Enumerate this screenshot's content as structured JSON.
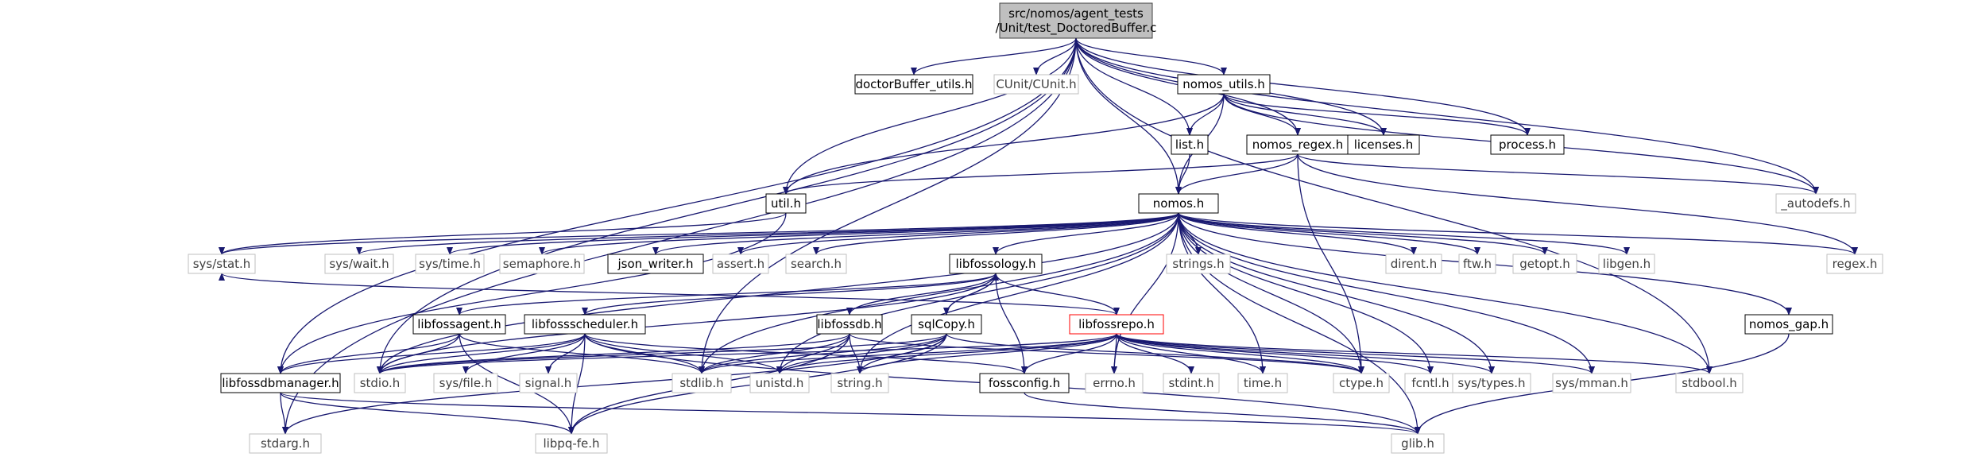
{
  "diagram": {
    "colors": {
      "edge": "#191970",
      "arrow": "#191970",
      "root_fill": "#bfbfbf",
      "root_border": "#404040",
      "documented_border": "#000000",
      "undocumented_border": "#bfbfbf",
      "undocumented_text": "#404040",
      "missing_border": "#ff0000",
      "text": "#000000"
    },
    "nodes": [
      {
        "id": "root",
        "label": [
          "src/nomos/agent_tests",
          "/Unit/test_DoctoredBuffer.c"
        ],
        "style": "root"
      },
      {
        "id": "doctorBuffer_utils",
        "label": [
          "doctorBuffer_utils.h"
        ],
        "style": "doc"
      },
      {
        "id": "CUnit",
        "label": [
          "CUnit/CUnit.h"
        ],
        "style": "undoc"
      },
      {
        "id": "nomos_utils",
        "label": [
          "nomos_utils.h"
        ],
        "style": "doc"
      },
      {
        "id": "list",
        "label": [
          "list.h"
        ],
        "style": "doc"
      },
      {
        "id": "nomos_regex",
        "label": [
          "nomos_regex.h"
        ],
        "style": "doc"
      },
      {
        "id": "licenses",
        "label": [
          "licenses.h"
        ],
        "style": "doc"
      },
      {
        "id": "process",
        "label": [
          "process.h"
        ],
        "style": "doc"
      },
      {
        "id": "autodefs",
        "label": [
          "_autodefs.h"
        ],
        "style": "undoc"
      },
      {
        "id": "util",
        "label": [
          "util.h"
        ],
        "style": "doc"
      },
      {
        "id": "nomos",
        "label": [
          "nomos.h"
        ],
        "style": "doc"
      },
      {
        "id": "sys_stat",
        "label": [
          "sys/stat.h"
        ],
        "style": "undoc"
      },
      {
        "id": "sys_wait",
        "label": [
          "sys/wait.h"
        ],
        "style": "undoc"
      },
      {
        "id": "sys_time",
        "label": [
          "sys/time.h"
        ],
        "style": "undoc"
      },
      {
        "id": "semaphore",
        "label": [
          "semaphore.h"
        ],
        "style": "undoc"
      },
      {
        "id": "json_writer",
        "label": [
          "json_writer.h"
        ],
        "style": "doc"
      },
      {
        "id": "assert",
        "label": [
          "assert.h"
        ],
        "style": "undoc"
      },
      {
        "id": "search",
        "label": [
          "search.h"
        ],
        "style": "undoc"
      },
      {
        "id": "libfossology",
        "label": [
          "libfossology.h"
        ],
        "style": "doc"
      },
      {
        "id": "strings",
        "label": [
          "strings.h"
        ],
        "style": "undoc"
      },
      {
        "id": "dirent",
        "label": [
          "dirent.h"
        ],
        "style": "undoc"
      },
      {
        "id": "ftw",
        "label": [
          "ftw.h"
        ],
        "style": "undoc"
      },
      {
        "id": "getopt",
        "label": [
          "getopt.h"
        ],
        "style": "undoc"
      },
      {
        "id": "libgen",
        "label": [
          "libgen.h"
        ],
        "style": "undoc"
      },
      {
        "id": "regex",
        "label": [
          "regex.h"
        ],
        "style": "undoc"
      },
      {
        "id": "libfossagent",
        "label": [
          "libfossagent.h"
        ],
        "style": "doc"
      },
      {
        "id": "libfossscheduler",
        "label": [
          "libfossscheduler.h"
        ],
        "style": "doc"
      },
      {
        "id": "libfossdb",
        "label": [
          "libfossdb.h"
        ],
        "style": "doc"
      },
      {
        "id": "sqlCopy",
        "label": [
          "sqlCopy.h"
        ],
        "style": "doc"
      },
      {
        "id": "libfossrepo",
        "label": [
          "libfossrepo.h"
        ],
        "style": "missing"
      },
      {
        "id": "nomos_gap",
        "label": [
          "nomos_gap.h"
        ],
        "style": "doc"
      },
      {
        "id": "libfossdbmanager",
        "label": [
          "libfossdbmanager.h"
        ],
        "style": "doc"
      },
      {
        "id": "stdio",
        "label": [
          "stdio.h"
        ],
        "style": "undoc"
      },
      {
        "id": "sys_file",
        "label": [
          "sys/file.h"
        ],
        "style": "undoc"
      },
      {
        "id": "signal",
        "label": [
          "signal.h"
        ],
        "style": "undoc"
      },
      {
        "id": "stdlib",
        "label": [
          "stdlib.h"
        ],
        "style": "undoc"
      },
      {
        "id": "unistd",
        "label": [
          "unistd.h"
        ],
        "style": "undoc"
      },
      {
        "id": "string",
        "label": [
          "string.h"
        ],
        "style": "undoc"
      },
      {
        "id": "fossconfig",
        "label": [
          "fossconfig.h"
        ],
        "style": "doc"
      },
      {
        "id": "errno",
        "label": [
          "errno.h"
        ],
        "style": "undoc"
      },
      {
        "id": "stdint",
        "label": [
          "stdint.h"
        ],
        "style": "undoc"
      },
      {
        "id": "time",
        "label": [
          "time.h"
        ],
        "style": "undoc"
      },
      {
        "id": "ctype",
        "label": [
          "ctype.h"
        ],
        "style": "undoc"
      },
      {
        "id": "fcntl",
        "label": [
          "fcntl.h"
        ],
        "style": "undoc"
      },
      {
        "id": "sys_types",
        "label": [
          "sys/types.h"
        ],
        "style": "undoc"
      },
      {
        "id": "sys_mman",
        "label": [
          "sys/mman.h"
        ],
        "style": "undoc"
      },
      {
        "id": "stdbool",
        "label": [
          "stdbool.h"
        ],
        "style": "undoc"
      },
      {
        "id": "stdarg",
        "label": [
          "stdarg.h"
        ],
        "style": "undoc"
      },
      {
        "id": "libpq_fe",
        "label": [
          "libpq-fe.h"
        ],
        "style": "undoc"
      },
      {
        "id": "glib",
        "label": [
          "glib.h"
        ],
        "style": "undoc"
      }
    ],
    "edges": [
      [
        "root",
        "doctorBuffer_utils"
      ],
      [
        "root",
        "CUnit"
      ],
      [
        "root",
        "nomos_utils"
      ],
      [
        "root",
        "list"
      ],
      [
        "root",
        "nomos_regex"
      ],
      [
        "root",
        "licenses"
      ],
      [
        "root",
        "process"
      ],
      [
        "root",
        "autodefs"
      ],
      [
        "root",
        "util"
      ],
      [
        "root",
        "nomos"
      ],
      [
        "root",
        "stdio"
      ],
      [
        "root",
        "stdlib"
      ],
      [
        "root",
        "stdarg"
      ],
      [
        "root",
        "stdbool"
      ],
      [
        "root",
        "libfossdbmanager"
      ],
      [
        "nomos_utils",
        "list"
      ],
      [
        "nomos_utils",
        "nomos_regex"
      ],
      [
        "nomos_utils",
        "licenses"
      ],
      [
        "nomos_utils",
        "process"
      ],
      [
        "nomos_utils",
        "autodefs"
      ],
      [
        "nomos_utils",
        "util"
      ],
      [
        "nomos_utils",
        "nomos"
      ],
      [
        "list",
        "nomos"
      ],
      [
        "nomos_regex",
        "util"
      ],
      [
        "nomos_regex",
        "nomos"
      ],
      [
        "nomos_regex",
        "autodefs"
      ],
      [
        "nomos_regex",
        "regex"
      ],
      [
        "nomos_regex",
        "ctype"
      ],
      [
        "util",
        "libfossdbmanager"
      ],
      [
        "util",
        "sys_stat"
      ],
      [
        "nomos",
        "sys_stat"
      ],
      [
        "nomos",
        "sys_wait"
      ],
      [
        "nomos",
        "sys_time"
      ],
      [
        "nomos",
        "semaphore"
      ],
      [
        "nomos",
        "json_writer"
      ],
      [
        "nomos",
        "assert"
      ],
      [
        "nomos",
        "search"
      ],
      [
        "nomos",
        "libfossology"
      ],
      [
        "nomos",
        "strings"
      ],
      [
        "nomos",
        "dirent"
      ],
      [
        "nomos",
        "ftw"
      ],
      [
        "nomos",
        "getopt"
      ],
      [
        "nomos",
        "libgen"
      ],
      [
        "nomos",
        "regex"
      ],
      [
        "nomos",
        "stdio"
      ],
      [
        "nomos",
        "stdlib"
      ],
      [
        "nomos",
        "unistd"
      ],
      [
        "nomos",
        "string"
      ],
      [
        "nomos",
        "errno"
      ],
      [
        "nomos",
        "time"
      ],
      [
        "nomos",
        "ctype"
      ],
      [
        "nomos",
        "fcntl"
      ],
      [
        "nomos",
        "sys_types"
      ],
      [
        "nomos",
        "sys_mman"
      ],
      [
        "nomos",
        "stdbool"
      ],
      [
        "nomos",
        "nomos_gap"
      ],
      [
        "nomos",
        "glib"
      ],
      [
        "libfossology",
        "libfossagent"
      ],
      [
        "libfossology",
        "libfossscheduler"
      ],
      [
        "libfossology",
        "libfossdb"
      ],
      [
        "libfossology",
        "sqlCopy"
      ],
      [
        "libfossology",
        "libfossrepo"
      ],
      [
        "libfossology",
        "fossconfig"
      ],
      [
        "libfossology",
        "stdio"
      ],
      [
        "sqlCopy",
        "libfossology"
      ],
      [
        "sqlCopy",
        "stdlib"
      ],
      [
        "sqlCopy",
        "unistd"
      ],
      [
        "sqlCopy",
        "string"
      ],
      [
        "sqlCopy",
        "ctype"
      ],
      [
        "sqlCopy",
        "stdio"
      ],
      [
        "sqlCopy",
        "libpq_fe"
      ],
      [
        "sqlCopy",
        "stdarg"
      ],
      [
        "libfossagent",
        "libfossdbmanager"
      ],
      [
        "libfossagent",
        "stdio"
      ],
      [
        "libfossagent",
        "stdlib"
      ],
      [
        "libfossagent",
        "libpq_fe"
      ],
      [
        "libfossscheduler",
        "libfossdbmanager"
      ],
      [
        "libfossscheduler",
        "stdio"
      ],
      [
        "libfossscheduler",
        "sys_file"
      ],
      [
        "libfossscheduler",
        "signal"
      ],
      [
        "libfossscheduler",
        "stdlib"
      ],
      [
        "libfossscheduler",
        "unistd"
      ],
      [
        "libfossscheduler",
        "libpq_fe"
      ],
      [
        "libfossscheduler",
        "fossconfig"
      ],
      [
        "libfossscheduler",
        "glib"
      ],
      [
        "libfossdb",
        "stdio"
      ],
      [
        "libfossdb",
        "stdlib"
      ],
      [
        "libfossdb",
        "unistd"
      ],
      [
        "libfossdb",
        "string"
      ],
      [
        "libfossdb",
        "libpq_fe"
      ],
      [
        "libfossdb",
        "ctype"
      ],
      [
        "libfossrepo",
        "stdio"
      ],
      [
        "libfossrepo",
        "stdlib"
      ],
      [
        "libfossrepo",
        "unistd"
      ],
      [
        "libfossrepo",
        "string"
      ],
      [
        "libfossrepo",
        "fossconfig"
      ],
      [
        "libfossrepo",
        "errno"
      ],
      [
        "libfossrepo",
        "stdint"
      ],
      [
        "libfossrepo",
        "time"
      ],
      [
        "libfossrepo",
        "ctype"
      ],
      [
        "libfossrepo",
        "fcntl"
      ],
      [
        "libfossrepo",
        "sys_types"
      ],
      [
        "libfossrepo",
        "sys_mman"
      ],
      [
        "libfossrepo",
        "stdbool"
      ],
      [
        "libfossrepo",
        "sys_stat"
      ],
      [
        "libfossdbmanager",
        "stdarg"
      ],
      [
        "libfossdbmanager",
        "libpq_fe"
      ],
      [
        "libfossdbmanager",
        "glib"
      ],
      [
        "fossconfig",
        "glib"
      ],
      [
        "nomos_gap",
        "glib"
      ]
    ]
  }
}
